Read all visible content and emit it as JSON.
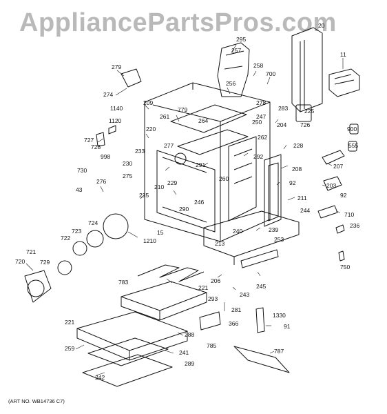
{
  "watermark": "AppliancePartsPros.com",
  "art_no": "(ART NO. WB14736 C7)",
  "callouts": [
    "295",
    "257",
    "258",
    "700",
    "11",
    "279",
    "274",
    "1140",
    "1120",
    "209",
    "779",
    "261",
    "256",
    "278",
    "283",
    "225",
    "726",
    "204",
    "727",
    "728",
    "998",
    "220",
    "233",
    "264",
    "247",
    "250",
    "262",
    "900",
    "555",
    "730",
    "230",
    "277",
    "291",
    "292",
    "228",
    "207",
    "208",
    "43",
    "276",
    "275",
    "229",
    "260",
    "92",
    "203",
    "92",
    "211",
    "210",
    "246",
    "235",
    "290",
    "244",
    "710",
    "236",
    "724",
    "723",
    "15",
    "1210",
    "240",
    "239",
    "253",
    "722",
    "721",
    "729",
    "720",
    "213",
    "750",
    "783",
    "206",
    "221",
    "293",
    "245",
    "243",
    "281",
    "366",
    "1330",
    "91",
    "221",
    "288",
    "785",
    "259",
    "241",
    "289",
    "787",
    "242",
    "20"
  ]
}
